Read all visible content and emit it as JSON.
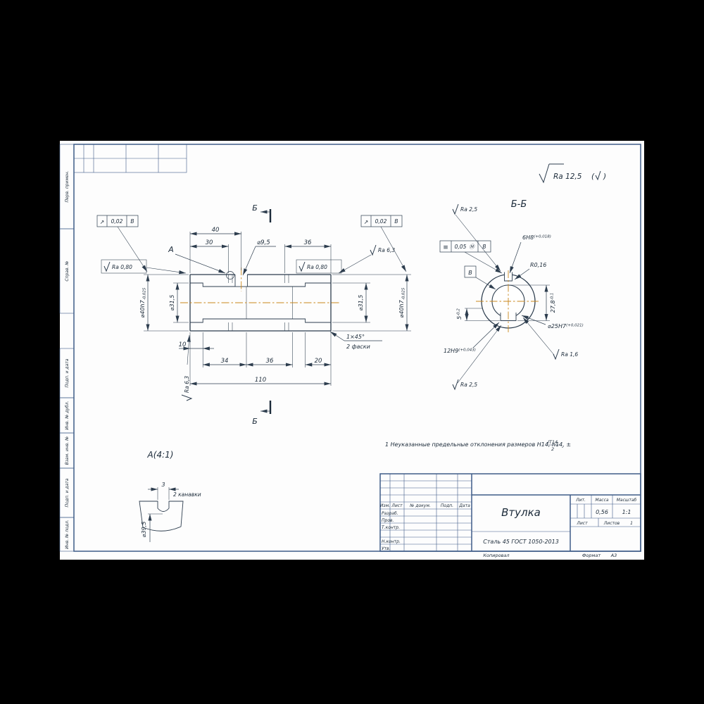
{
  "sheet": {
    "general_roughness": {
      "value": "Ra 12,5",
      "paren_open": "(",
      "paren_close": ")"
    },
    "margin_labels": [
      "Перв. примен.",
      "Справ. №",
      "Подп. и дата",
      "Инв. № дубл.",
      "Взам. инв. №",
      "Подп. и дата",
      "Инв. № подл."
    ],
    "footer": {
      "copied": "Копировал",
      "format_label": "Формат",
      "format_value": "А3"
    }
  },
  "main_view": {
    "view_label": "А",
    "section_label": "Б",
    "dims": {
      "d40": "40",
      "d30": "30",
      "d9_5": "⌀9,5",
      "d36_top": "36",
      "d10": "10",
      "d34": "34",
      "d36_bot": "36",
      "d20": "20",
      "d110": "110",
      "dia40_left": {
        "base": "⌀40h7",
        "tol": "-0,025"
      },
      "dia40_right": {
        "base": "⌀40h7",
        "tol": "-0,025"
      },
      "dia31_left": "⌀31,5",
      "dia31_right": "⌀31,5",
      "chamfer": "1×45°",
      "chamfer_note": "2 фаски"
    },
    "roughness": {
      "ra080_left": "Ra 0,80",
      "ra080_right": "Ra 0,80",
      "ra63_top": "Ra 6,3",
      "ra63_left": "Ra 6,3"
    },
    "tolerance_frames": {
      "left": {
        "symbol": "↗",
        "value": "0,02",
        "datum": "В"
      },
      "right": {
        "symbol": "↗",
        "value": "0,02",
        "datum": "В"
      }
    }
  },
  "section_view": {
    "title": "Б-Б",
    "dims": {
      "slot_width": {
        "base": "6Н8",
        "tol": "(+0,018)"
      },
      "radius": "R0,16",
      "key_depth": {
        "base": "27,8",
        "tol": "-0,1"
      },
      "bore": {
        "base": "⌀25Н7",
        "tol": "(+0,021)"
      },
      "key_width": {
        "base": "12Н9",
        "tol": "(+0,043)"
      },
      "slot_depth": {
        "base": "5",
        "tol": "-0,2"
      }
    },
    "roughness": {
      "ra25_top": "Ra 2,5",
      "ra25_bottom": "Ra 2,5",
      "ra16": "Ra 1,6"
    },
    "tolerance_frame": {
      "symbol": "≡",
      "value": "0,05",
      "modifier": "Ⓜ",
      "datum": "В"
    },
    "datum_label": "В"
  },
  "detail_view": {
    "title": "А(4:1)",
    "dim3": "3",
    "note": "2 канавки",
    "dia": "⌀39,5"
  },
  "note": {
    "text": "1 Неуказанные предельные отклонения размеров Н14, h14, ±",
    "frac_num": "IT14",
    "frac_den": "2",
    "period": "."
  },
  "title_block": {
    "headers": {
      "izm": "Изм.",
      "list": "Лист",
      "doc": "№ докум.",
      "sign": "Подп.",
      "date": "Дата"
    },
    "roles": {
      "developed": "Разраб.",
      "checked": "Пров.",
      "tcontrol": "Т.контр.",
      "ncontrol": "Н.контр.",
      "approved": "Утв."
    },
    "part_name": "Втулка",
    "material": "Сталь 45  ГОСТ 1050-2013",
    "lit_label": "Лит.",
    "mass_label": "Масса",
    "scale_label": "Масштаб",
    "mass_value": "0,56",
    "scale_value": "1:1",
    "sheet_label": "Лист",
    "sheets_label": "Листов",
    "sheets_value": "1"
  }
}
